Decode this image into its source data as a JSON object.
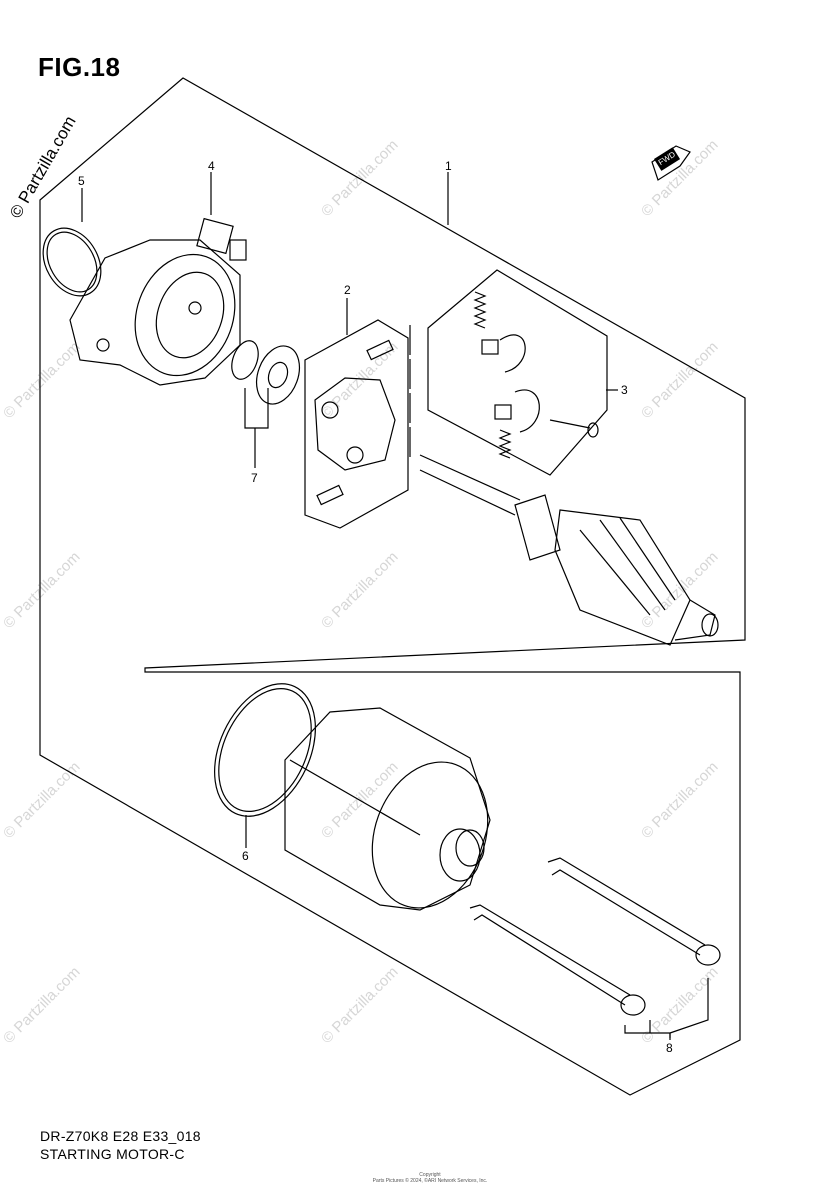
{
  "figure": {
    "title": "FIG.18",
    "diagram_code": "DR-Z70K8 E28 E33_018",
    "diagram_name": "STARTING MOTOR-C"
  },
  "watermark": {
    "side_text": "© Partzilla.com",
    "tile_text": "© Partzilla.com"
  },
  "copyright": {
    "line1": "Copyright",
    "line2": "Parts Pictures © 2024, ©ARI Network Services, Inc."
  },
  "direction_tag": "FWD",
  "callouts": [
    "1",
    "2",
    "3",
    "4",
    "5",
    "6",
    "7",
    "8"
  ]
}
